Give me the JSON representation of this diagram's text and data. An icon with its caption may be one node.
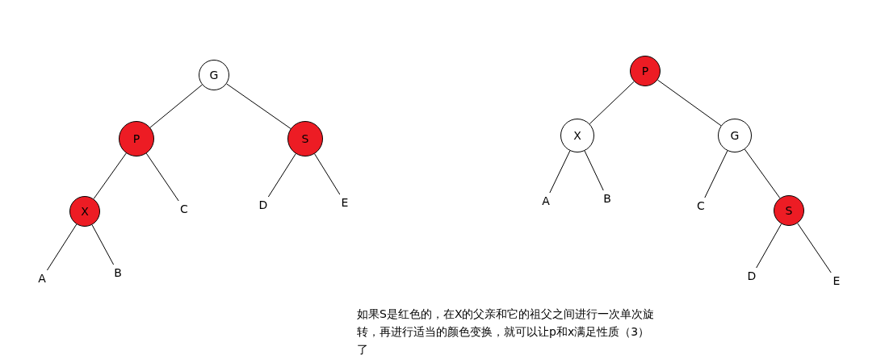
{
  "diagram": {
    "nodes": [
      {
        "text": [
          "G"
        ]
      },
      {
        "text": [
          "P"
        ]
      },
      {
        "text": [
          "S"
        ]
      },
      {
        "text": [
          "X"
        ]
      },
      {
        "text": [
          "C"
        ]
      },
      {
        "text": [
          "D"
        ]
      },
      {
        "text": [
          "E"
        ]
      },
      {
        "text": [
          "A"
        ]
      },
      {
        "text": [
          "B"
        ]
      },
      {
        "text": [
          "P"
        ]
      },
      {
        "text": [
          "X"
        ]
      },
      {
        "text": [
          "G"
        ]
      },
      {
        "text": [
          "A"
        ]
      },
      {
        "text": [
          "B"
        ]
      },
      {
        "text": [
          "C"
        ]
      },
      {
        "text": [
          "S"
        ]
      },
      {
        "text": [
          "D"
        ]
      },
      {
        "text": [
          "E"
        ]
      }
    ],
    "edges": [
      {
        "from": 0,
        "to": 1,
        "arrow": "none"
      },
      {
        "from": 0,
        "to": 2,
        "arrow": "none"
      },
      {
        "from": 1,
        "to": 3,
        "arrow": "none"
      },
      {
        "from": 1,
        "to": 4,
        "arrow": "none"
      },
      {
        "from": 2,
        "to": 5,
        "arrow": "none"
      },
      {
        "from": 2,
        "to": 6,
        "arrow": "none"
      },
      {
        "from": 3,
        "to": 7,
        "arrow": "none"
      },
      {
        "from": 3,
        "to": 8,
        "arrow": "none"
      },
      {
        "from": 9,
        "to": 10,
        "arrow": "none"
      },
      {
        "from": 9,
        "to": 11,
        "arrow": "none"
      },
      {
        "from": 10,
        "to": 12,
        "arrow": "none"
      },
      {
        "from": 10,
        "to": 13,
        "arrow": "none"
      },
      {
        "from": 11,
        "to": 14,
        "arrow": "none"
      },
      {
        "from": 11,
        "to": 15,
        "arrow": "none"
      },
      {
        "from": 15,
        "to": 16,
        "arrow": "none"
      },
      {
        "from": 15,
        "to": 17,
        "arrow": "none"
      }
    ],
    "labels": [
      "如果S是红色的，在X的父亲和它的祖父之间进行一次单次旋转，再进行适当的颜色变换，就可以让p和x满足性质（3）了"
    ]
  }
}
